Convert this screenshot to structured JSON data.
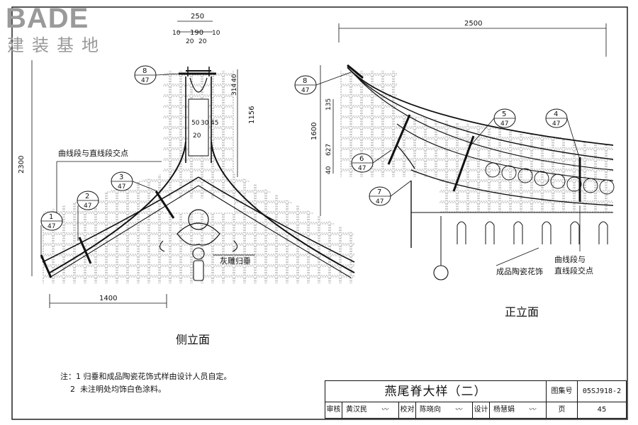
{
  "logo": {
    "main": "BADE",
    "sub": "建装基地"
  },
  "side_view": {
    "label": "侧立面",
    "dims": {
      "top_total": "250",
      "top_mid": "190",
      "top_left": "10",
      "top_right": "10",
      "top_inner_a": "20",
      "top_inner_b": "20",
      "height_total": "2300",
      "height_right": "1156",
      "h_a": "314",
      "h_b": "40",
      "slot_a": "50",
      "slot_b": "30",
      "slot_c": "45",
      "slot_d": "20",
      "bottom_width": "1400"
    },
    "annotation_curve": "曲线段与直线段交点",
    "annotation_ornament": "灰雕归垂",
    "callouts": [
      {
        "num": "8",
        "ref": "47"
      },
      {
        "num": "3",
        "ref": "47"
      },
      {
        "num": "2",
        "ref": "47"
      },
      {
        "num": "1",
        "ref": "47"
      }
    ]
  },
  "front_view": {
    "label": "正立面",
    "dims": {
      "width_total": "2500",
      "height_total": "1600",
      "h_a": "135",
      "h_b": "627",
      "h_c": "40"
    },
    "annotation_tile": "成品陶瓷花饰",
    "annotation_curve_1": "曲线段与",
    "annotation_curve_2": "直线段交点",
    "callouts": [
      {
        "num": "8",
        "ref": "47"
      },
      {
        "num": "6",
        "ref": "47"
      },
      {
        "num": "7",
        "ref": "47"
      },
      {
        "num": "5",
        "ref": "47"
      },
      {
        "num": "4",
        "ref": "47"
      }
    ]
  },
  "notes": [
    "注：1  归垂和成品陶瓷花饰式样由设计人员自定。",
    "    2  未注明处均饰白色涂料。"
  ],
  "title_block": {
    "title": "燕尾脊大样（二）",
    "atlas_label": "图集号",
    "atlas_no": "05SJ918-2",
    "review_label": "审核",
    "reviewer": "黄汉民",
    "check_label": "校对",
    "checker": "陈晓向",
    "design_label": "设计",
    "designer": "杨慧娟",
    "page_label": "页",
    "page_no": "45"
  }
}
